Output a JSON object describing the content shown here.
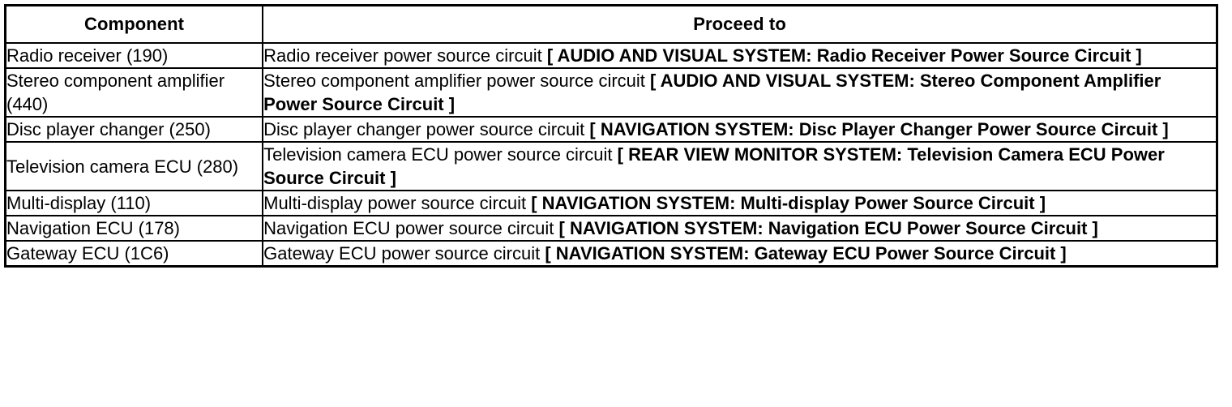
{
  "table": {
    "headers": {
      "component": "Component",
      "proceed_to": "Proceed to"
    },
    "rows": [
      {
        "component": "Radio receiver (190)",
        "proceed_plain": "Radio receiver power source circuit ",
        "proceed_ref": "[ AUDIO AND VISUAL SYSTEM: Radio Receiver Power Source Circuit ]",
        "lines": 2
      },
      {
        "component": "Stereo component amplifier (440)",
        "proceed_plain": "Stereo component amplifier power source circuit ",
        "proceed_ref": "[ AUDIO AND VISUAL SYSTEM: Stereo Component Amplifier Power Source Circuit ]",
        "lines": 2
      },
      {
        "component": "Disc player changer (250)",
        "proceed_plain": "Disc player changer power source circuit ",
        "proceed_ref": "[ NAVIGATION SYSTEM: Disc Player Changer Power Source Circuit ]",
        "lines": 2
      },
      {
        "component": "Television camera ECU (280)",
        "proceed_plain": "Television camera ECU power source circuit ",
        "proceed_ref": "[ REAR VIEW MONITOR SYSTEM: Television Camera ECU Power Source Circuit ]",
        "lines": 2
      },
      {
        "component": "Multi-display (110)",
        "proceed_plain": "Multi-display power source circuit ",
        "proceed_ref": "[ NAVIGATION SYSTEM: Multi-display Power Source Circuit ]",
        "lines": 1
      },
      {
        "component": "Navigation ECU (178)",
        "proceed_plain": "Navigation ECU power source circuit ",
        "proceed_ref": "[ NAVIGATION SYSTEM: Navigation ECU Power Source Circuit ]",
        "lines": 2
      },
      {
        "component": "Gateway ECU (1C6)",
        "proceed_plain": "Gateway ECU power source circuit ",
        "proceed_ref": "[ NAVIGATION SYSTEM: Gateway ECU Power Source Circuit ]",
        "lines": 1
      }
    ]
  },
  "colors": {
    "border": "#000000",
    "text": "#000000",
    "background": "#ffffff"
  }
}
